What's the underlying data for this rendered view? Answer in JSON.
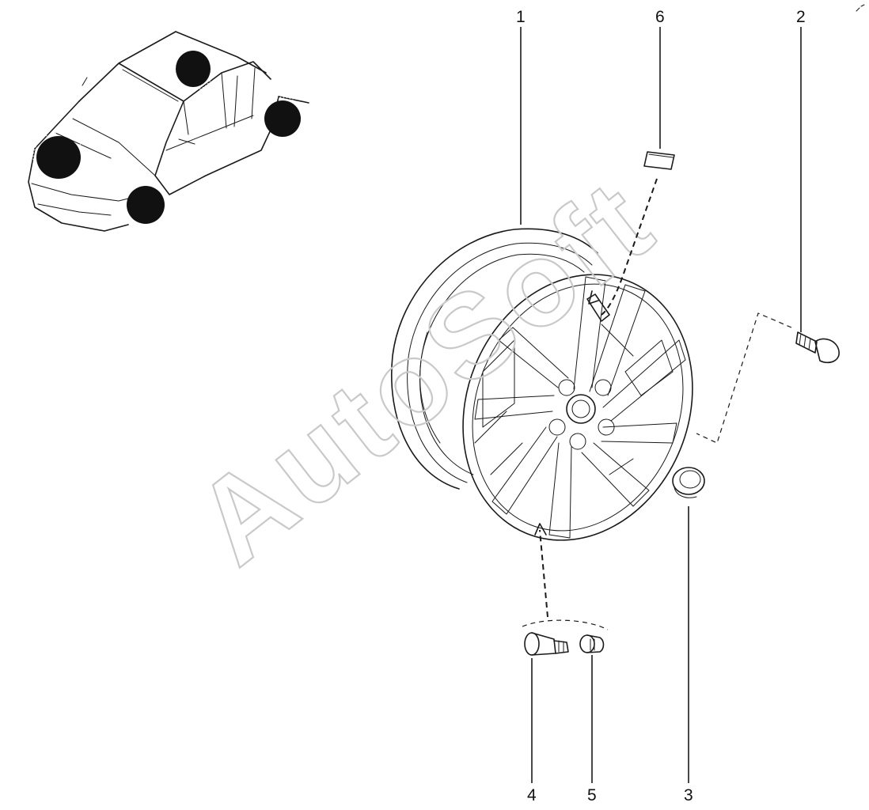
{
  "diagram": {
    "callouts": [
      {
        "id": "1",
        "label": "1"
      },
      {
        "id": "2",
        "label": "2"
      },
      {
        "id": "3",
        "label": "3"
      },
      {
        "id": "4",
        "label": "4"
      },
      {
        "id": "5",
        "label": "5"
      },
      {
        "id": "6",
        "label": "6"
      }
    ],
    "watermark": "AutoSoft",
    "colors": {
      "ink": "#1a1a1a",
      "watermark": "#c9c9c9",
      "highlight": "#111111"
    },
    "parts": [
      {
        "callout": "1",
        "icon": "alloy-wheel-icon"
      },
      {
        "callout": "2",
        "icon": "wheel-bolt-icon"
      },
      {
        "callout": "3",
        "icon": "center-cap-icon"
      },
      {
        "callout": "4",
        "icon": "tire-valve-icon"
      },
      {
        "callout": "5",
        "icon": "valve-cap-icon"
      },
      {
        "callout": "6",
        "icon": "label-sticker-icon"
      }
    ],
    "locator": {
      "icon": "car-locator-icon",
      "highlight": "wheels"
    }
  }
}
